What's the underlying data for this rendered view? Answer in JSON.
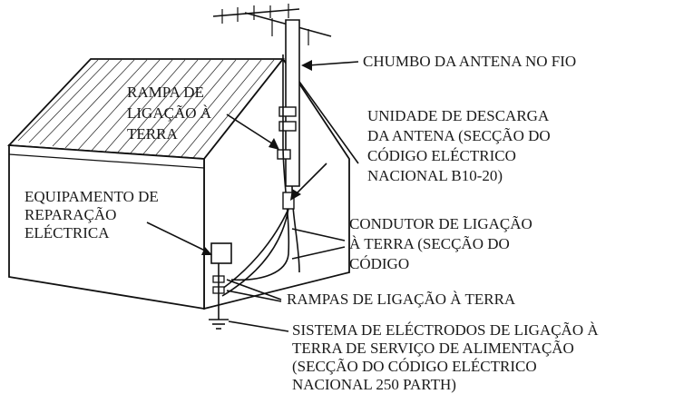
{
  "labels": {
    "antenna_lead_in_wire": "CHUMBO DA ANTENA NO FIO",
    "ground_clamp": [
      "RAMPA DE",
      "LIGAÇÃO À",
      "TERRA"
    ],
    "antenna_discharge_unit": [
      "UNIDADE DE DESCARGA",
      "DA ANTENA (SECÇÃO DO",
      "CÓDIGO ELÉCTRICO",
      "NACIONAL B10-20)"
    ],
    "electric_service_equipment": [
      "EQUIPAMENTO DE",
      "REPARAÇÃO",
      "ELÉCTRICA"
    ],
    "grounding_conductors": [
      "CONDUTOR DE LIGAÇÃO",
      "À TERRA (SECÇÃO DO",
      "CÓDIGO"
    ],
    "ground_clamps": "RAMPAS DE LIGAÇÃO À TERRA",
    "power_service_grounding": [
      "SISTEMA DE ELÉCTRODOS DE LIGAÇÃO À",
      "TERRA DE SERVIÇO DE ALIMENTAÇÃO",
      "(SECÇÃO DO CÓDIGO ELÉCTRICO",
      "NACIONAL 250 PARTH)"
    ]
  }
}
